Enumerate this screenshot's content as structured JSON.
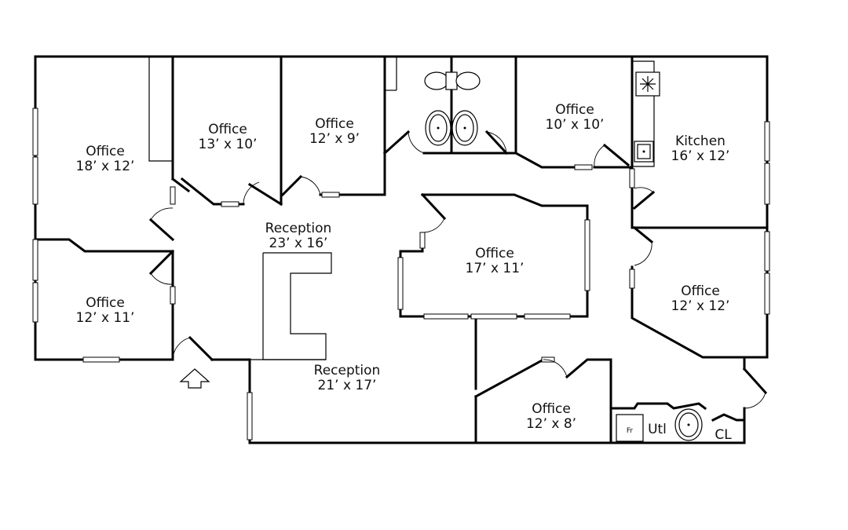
{
  "rooms": {
    "office_nw": {
      "name": "Office",
      "size": "18’ x 12’"
    },
    "office_13x10": {
      "name": "Office",
      "size": "13’ x 10’"
    },
    "office_12x9": {
      "name": "Office",
      "size": "12’ x 9’"
    },
    "office_10x10": {
      "name": "Office",
      "size": "10’ x 10’"
    },
    "kitchen": {
      "name": "Kitchen",
      "size": "16’ x 12’"
    },
    "reception_main": {
      "name": "Reception",
      "size": "23’ x 16’"
    },
    "office_center": {
      "name": "Office",
      "size": "17’ x 11’"
    },
    "office_sw": {
      "name": "Office",
      "size": "12’ x 11’"
    },
    "office_east": {
      "name": "Office",
      "size": "12’ x 12’"
    },
    "reception_south": {
      "name": "Reception",
      "size": "21’ x 17’"
    },
    "office_12x8": {
      "name": "Office",
      "size": "12’ x 8’"
    }
  },
  "utility": {
    "fridge": "Fr",
    "utility": "Utl",
    "closet": "CL"
  },
  "icons": [
    "entrance-arrow-icon",
    "toilet-icon",
    "sink-icon",
    "fridge-icon",
    "water-heater-icon"
  ]
}
